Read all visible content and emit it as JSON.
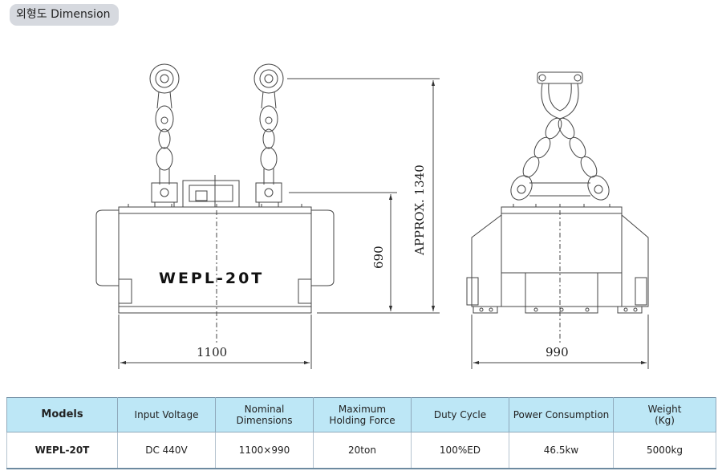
{
  "header": {
    "title": "외형도 Dimension"
  },
  "drawing": {
    "model_label": "WEPL-20T",
    "front_width": "1100",
    "side_width": "990",
    "body_height": "690",
    "overall_height": "APPROX. 1340"
  },
  "table": {
    "headers": [
      "Models",
      "Input Voltage",
      [
        "Nominal",
        "Dimensions"
      ],
      [
        "Maximum",
        "Holding Force"
      ],
      "Duty Cycle",
      "Power Consumption",
      [
        "Weight",
        "(Kg)"
      ]
    ],
    "rows": [
      [
        "WEPL-20T",
        "DC 440V",
        "1100×990",
        "20ton",
        "100%ED",
        "46.5kw",
        "5000kg"
      ]
    ]
  },
  "colors": {
    "header_bg": "#bde7f6",
    "badge_bg": "#d6d9df",
    "line": "#555555"
  }
}
